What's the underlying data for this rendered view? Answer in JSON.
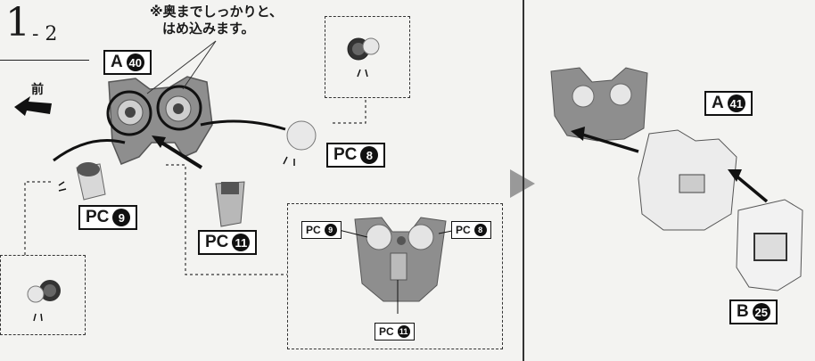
{
  "step": {
    "number": "1",
    "sub": "- 2"
  },
  "note": {
    "line1": "※奥までしっかりと、",
    "line2": "はめ込みます。"
  },
  "front_label": "前",
  "labels": {
    "a40": {
      "prefix": "A",
      "num": "40"
    },
    "pc8": {
      "prefix": "PC",
      "num": "8"
    },
    "pc9": {
      "prefix": "PC",
      "num": "9"
    },
    "pc11": {
      "prefix": "PC",
      "num": "11"
    },
    "detail_pc9": {
      "prefix": "PC",
      "num": "9"
    },
    "detail_pc8": {
      "prefix": "PC",
      "num": "8"
    },
    "detail_pc11": {
      "prefix": "PC",
      "num": "11"
    },
    "a41": {
      "prefix": "A",
      "num": "41"
    },
    "b25": {
      "prefix": "B",
      "num": "25"
    }
  },
  "colors": {
    "paper": "#f3f3f1",
    "part_gray": "#8e8e8e",
    "part_light": "#d8d8d8",
    "ink": "#111111"
  }
}
